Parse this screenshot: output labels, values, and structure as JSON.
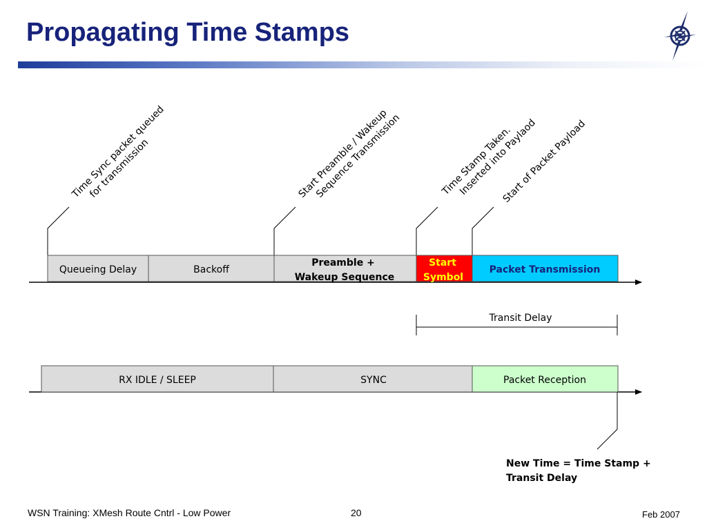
{
  "slide": {
    "title": "Propagating Time Stamps",
    "footer_left": "WSN Training: XMesh Route Cntrl - Low Power",
    "page_number": "20",
    "footer_date": "Feb 2007"
  },
  "colors": {
    "title": "#17237a",
    "segment_gray": "#dcdcdc",
    "start_symbol": "#ff0000",
    "packet_transmission": "#00ccff",
    "packet_reception": "#ccffcc",
    "start_symbol_text": "#ffff00",
    "transmission_text": "#17237a"
  },
  "transmit": {
    "segments": {
      "queueing": "Queueing Delay",
      "backoff": "Backoff",
      "preamble_l1": "Preamble +",
      "preamble_l2": "Wakeup Sequence",
      "start_l1": "Start",
      "start_l2": "Symbol",
      "packet": "Packet Transmission"
    },
    "events": {
      "queued_l1": "Time Sync packet queued",
      "queued_l2": "for transmission",
      "preamble_l1": "Start Preamble / Wakeup",
      "preamble_l2": "Sequence Transmission",
      "stamp_l1": "Time Stamp Taken.",
      "stamp_l2": "Inserted into Paylaod",
      "payload_l1": "Start of Packet Payload"
    }
  },
  "transit_delay": "Transit Delay",
  "receive": {
    "segments": {
      "idle": "RX IDLE / SLEEP",
      "sync": "SYNC",
      "reception": "Packet Reception"
    },
    "result_l1": "New Time = Time Stamp +",
    "result_l2": "Transit Delay"
  }
}
